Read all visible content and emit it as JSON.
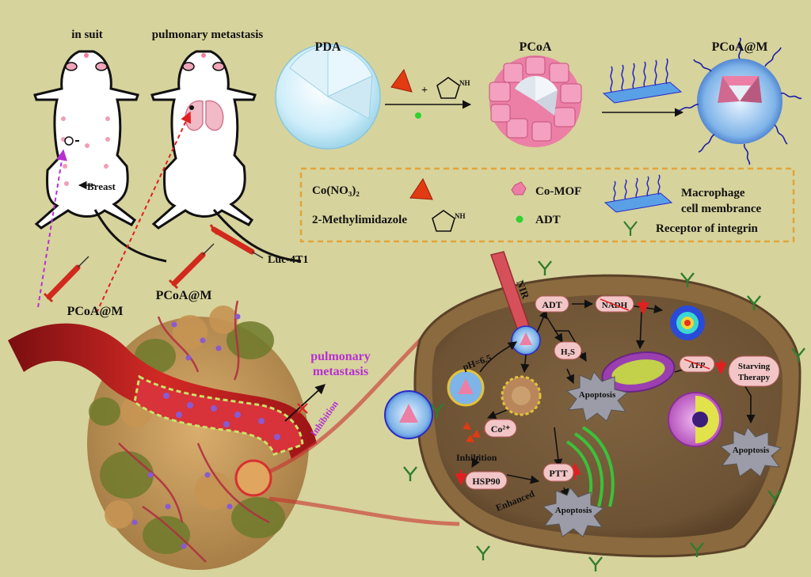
{
  "top_labels": {
    "in_suit": "in suit",
    "pulmonary_metastasis": "pulmonary metastasis",
    "pda": "PDA",
    "pcoa": "PCoA",
    "pcoa_m": "PCoA@M",
    "breast": "Breast",
    "luc_4t1": "Luc-4T1",
    "pcoa_m_injection_left": "PCoA@M",
    "pcoa_m_injection_right": "PCoA@M"
  },
  "legend": {
    "cobalt_nitrate": "Co(NO₃)₂",
    "methylimidazole": "2-Methylimidazole",
    "co_mof": "Co-MOF",
    "adt": "ADT",
    "membrane_line1": "Macrophage",
    "membrane_line2": "cell membrance",
    "receptor": "Receptor of integrin",
    "imidazole_nh": "NH"
  },
  "tumor_side": {
    "pulmonary_line1": "pulmonary",
    "pulmonary_line2": "metastasis",
    "inhibition": "Inhibition"
  },
  "cell": {
    "nir": "NIR",
    "ph": "pH=6.5",
    "adt": "ADT",
    "nadh": "NADH",
    "h2s": "H₂S",
    "atp": "ATP",
    "starving_line1": "Starving",
    "starving_line2": "Therapy",
    "co2": "Co²⁺",
    "inhibition": "Inhibition",
    "hsp90": "HSP90",
    "enhanced": "Enhanced",
    "ptt": "PTT",
    "apoptosis_1": "Apoptosis",
    "apoptosis_2": "Apoptosis",
    "apoptosis_3": "Apoptosis"
  },
  "colors": {
    "background": "#d6d39c",
    "vessel": "#c4211f",
    "cell_body": "#8a6a3e",
    "cell_interior": "#75593a",
    "mof_pink": "#ec7fa6",
    "legend_border": "#e2a43a",
    "membrane_blue": "#2a2ac8",
    "receptor_green": "#2f7d2f",
    "inhibition_purple": "#b62fd2"
  }
}
